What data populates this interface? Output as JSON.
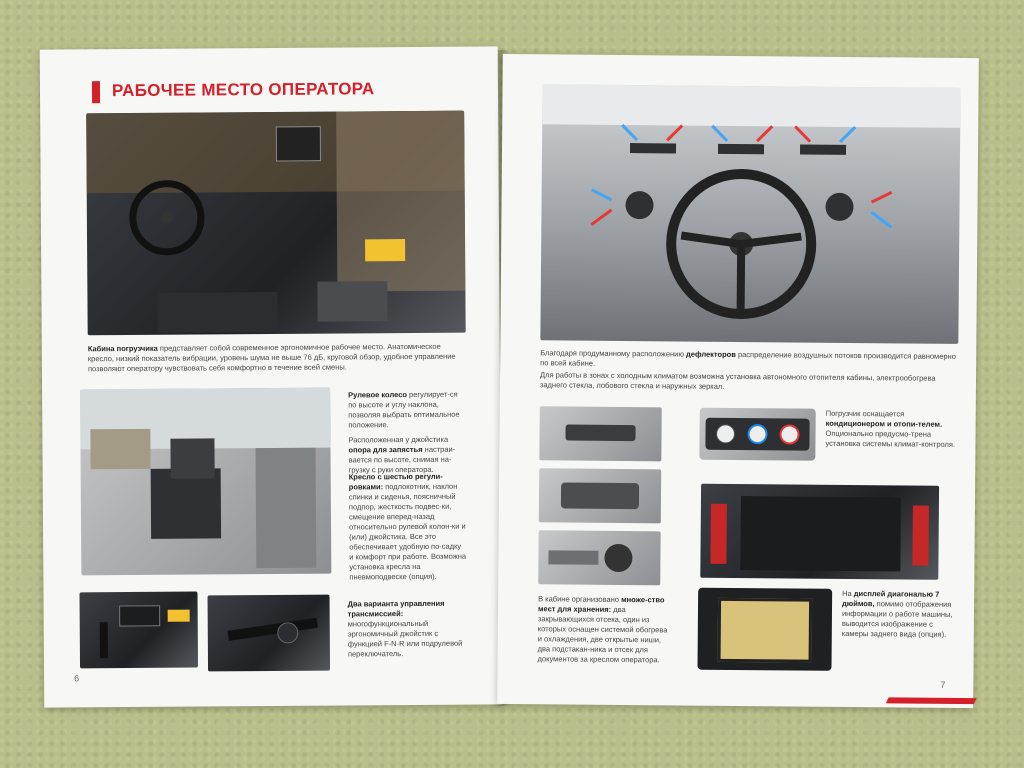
{
  "left_page": {
    "heading": "РАБОЧЕЕ МЕСТО ОПЕРАТОРА",
    "intro_lead": "Кабина погрузчика",
    "intro_text": " представляет собой современное эргономичное рабочее место. Анатомическое кресло, низкий показатель вибрации, уровень шума не выше 76 дБ, круговой обзор, удобное управление позволяют оператору чувствовать себя комфортно в течение всей смены.",
    "wheel_lead": "Рулевое колесо",
    "wheel_text": " регулирует-ся по высоте и углу наклона, позволяя выбрать оптимальное положение.",
    "joystick_text_a": "Расположенная у джойстика ",
    "joystick_lead": "опора для запястья",
    "joystick_text_b": " настраи-вается по высоте, снимая на-грузку с руки оператора.",
    "seat_lead": "Кресло с шестью регули-ровками:",
    "seat_text": " подлокотник, наклон спинки и сиденья, поясничный подпор, жесткость подвес-ки, смещение вперед-назад относительно рулевой колон-ки и (или) джойстика. Все это обеспечивает удобную по-садку и комфорт при работе. Возможна установка кресла на пневмоподвеске (опция).",
    "trans_lead": "Два варианта управления трансмиссией:",
    "trans_text": " многофункциональный эргономичный джойстик с функцией F-N-R или подрулевой переключатель.",
    "page_number": "6"
  },
  "right_page": {
    "deflector_text_a": "Благодаря продуманному расположению ",
    "deflector_lead": "дефлекторов",
    "deflector_text_b": " распределение воздушных потоков производится равномерно по всей кабине.",
    "cold_text": "Для работы в зонах с холодным климатом возможна установка автономного отопителя кабины, электрообогрева заднего стекла, лобового стекла и наружных зеркал.",
    "climate_text_a": "Погрузчик оснащается ",
    "climate_lead": "кондиционером и отопи-телем.",
    "climate_text_b": "Опционально предусмо-трена установка системы климат-контроля.",
    "storage_text_a": "В кабине организовано ",
    "storage_lead": "множе-ство мест для хранения:",
    "storage_text_b": " два закрывающихся отсека, один из которых оснащен системой обогрева и охлаждения, две открытые ниши, два подстакан-ника и отсек для документов за креслом оператора.",
    "display_text_a": "На ",
    "display_lead": "дисплей диагональю 7 дюймов,",
    "display_text_b": " помимо отображения информации о работе машины, выводится изображение с камеры заднего вида (опция).",
    "page_number": "7"
  },
  "colors": {
    "accent": "#d4202a",
    "paper": "#f7f7f5",
    "background": "#b9bf8a"
  }
}
